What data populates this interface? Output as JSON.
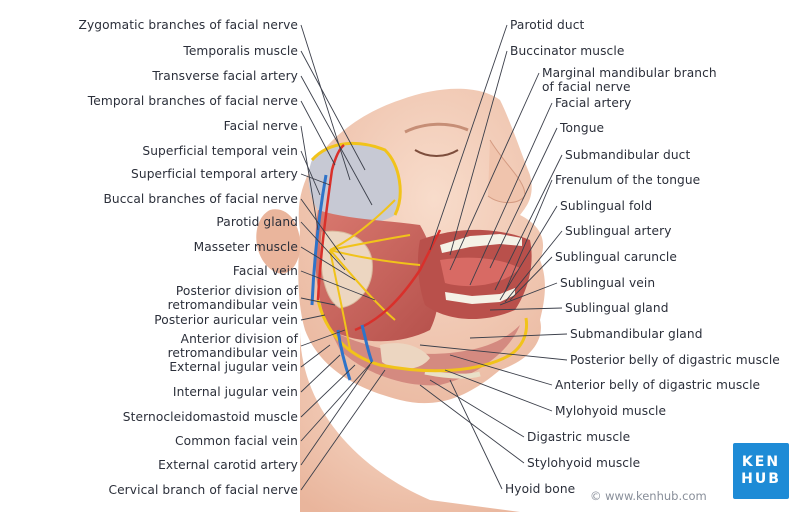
{
  "labels_left": [
    {
      "id": "zygomatic-branches",
      "text": "Zygomatic branches of facial nerve"
    },
    {
      "id": "temporalis",
      "text": "Temporalis muscle"
    },
    {
      "id": "transverse-facial-artery",
      "text": "Transverse facial artery"
    },
    {
      "id": "temporal-branches",
      "text": "Temporal branches of facial nerve"
    },
    {
      "id": "facial-nerve",
      "text": "Facial nerve"
    },
    {
      "id": "superficial-temporal-vein",
      "text": "Superficial temporal vein"
    },
    {
      "id": "superficial-temporal-artery",
      "text": "Superficial temporal artery"
    },
    {
      "id": "buccal-branches",
      "text": "Buccal branches of facial nerve"
    },
    {
      "id": "parotid-gland",
      "text": "Parotid gland"
    },
    {
      "id": "masseter",
      "text": "Masseter muscle"
    },
    {
      "id": "facial-vein",
      "text": "Facial vein"
    },
    {
      "id": "posterior-division-retromandibular",
      "text": "Posterior division of\nretromandibular vein"
    },
    {
      "id": "posterior-auricular-vein",
      "text": "Posterior auricular vein"
    },
    {
      "id": "anterior-division-retromandibular",
      "text": "Anterior division of\nretromandibular vein"
    },
    {
      "id": "external-jugular-vein",
      "text": "External jugular vein"
    },
    {
      "id": "internal-jugular-vein",
      "text": "Internal jugular vein"
    },
    {
      "id": "sternocleidomastoid",
      "text": "Sternocleidomastoid muscle"
    },
    {
      "id": "common-facial-vein",
      "text": "Common facial vein"
    },
    {
      "id": "external-carotid-artery",
      "text": "External carotid artery"
    },
    {
      "id": "cervical-branch",
      "text": "Cervical branch of facial nerve"
    }
  ],
  "labels_right": [
    {
      "id": "parotid-duct",
      "text": "Parotid duct"
    },
    {
      "id": "buccinator",
      "text": "Buccinator muscle"
    },
    {
      "id": "marginal-mandibular-branch",
      "text": "Marginal mandibular branch\nof facial nerve"
    },
    {
      "id": "facial-artery",
      "text": "Facial artery"
    },
    {
      "id": "tongue",
      "text": "Tongue"
    },
    {
      "id": "submandibular-duct",
      "text": "Submandibular duct"
    },
    {
      "id": "frenulum",
      "text": "Frenulum of the tongue"
    },
    {
      "id": "sublingual-fold",
      "text": "Sublingual fold"
    },
    {
      "id": "sublingual-artery",
      "text": "Sublingual artery"
    },
    {
      "id": "sublingual-caruncle",
      "text": "Sublingual caruncle"
    },
    {
      "id": "sublingual-vein",
      "text": "Sublingual vein"
    },
    {
      "id": "sublingual-gland",
      "text": "Sublingual gland"
    },
    {
      "id": "submandibular-gland",
      "text": "Submandibular gland"
    },
    {
      "id": "posterior-belly-digastric",
      "text": "Posterior belly of digastric muscle"
    },
    {
      "id": "anterior-belly-digastric",
      "text": "Anterior belly of digastric muscle"
    },
    {
      "id": "mylohyoid",
      "text": "Mylohyoid muscle"
    },
    {
      "id": "digastric",
      "text": "Digastric muscle"
    },
    {
      "id": "stylohyoid",
      "text": "Stylohyoid muscle"
    },
    {
      "id": "hyoid-bone",
      "text": "Hyoid bone"
    }
  ],
  "copyright": "© www.kenhub.com",
  "logo": {
    "line1": "KEN",
    "line2": "HUB"
  },
  "colors": {
    "skin": "#f2c9b3",
    "muscle": "#c8605a",
    "nerve": "#f1c31a",
    "artery": "#d9302b",
    "vein": "#2f74c9",
    "gland": "#ecd6c1",
    "leader": "#3b3f4a",
    "brand": "#1e8bd6"
  }
}
